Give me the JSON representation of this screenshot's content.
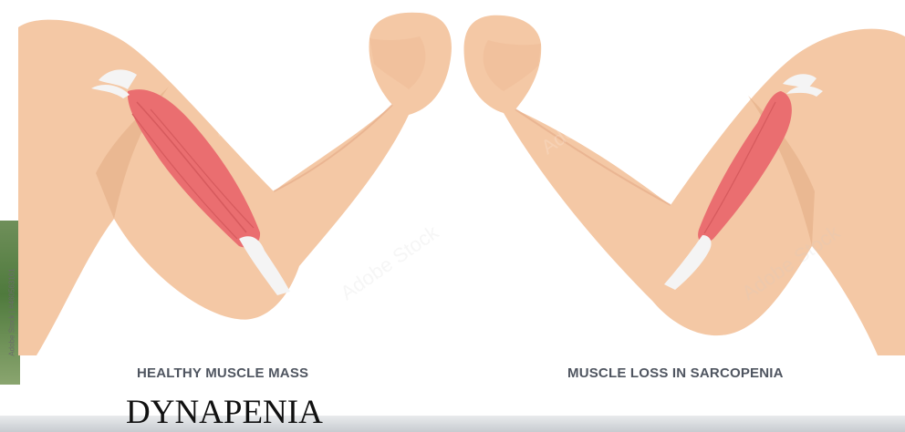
{
  "image": {
    "caption_left": "HEALTHY MUSCLE MASS",
    "caption_right": "MUSCLE LOSS IN SARCOPENIA",
    "stock_id": "Adobe Stock | #460563161"
  },
  "slide": {
    "title": "DYNAPENIA"
  },
  "colors": {
    "skin": "#f4c8a5",
    "skin_shadow": "#e8b48f",
    "muscle": "#ea6e70",
    "tendon": "#f4f4f4",
    "caption": "#4f5560"
  },
  "icons": {
    "left_arm": "flexed-arm-healthy-bicep",
    "right_arm": "flexed-arm-atrophied-bicep"
  }
}
